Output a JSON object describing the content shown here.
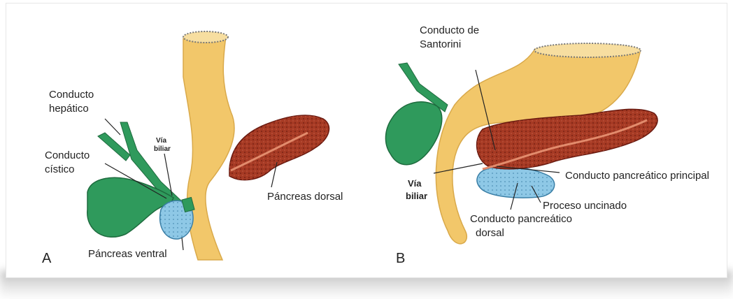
{
  "panel_a": {
    "letter": "A",
    "labels": {
      "hepatic_duct": [
        "Conducto",
        "hepático"
      ],
      "cystic_duct": [
        "Conducto",
        "cístico"
      ],
      "bile_duct": [
        "Vía",
        "biliar"
      ],
      "dorsal_pancreas": "Páncreas dorsal",
      "ventral_pancreas": "Páncreas ventral"
    }
  },
  "panel_b": {
    "letter": "B",
    "labels": {
      "santorini_duct": [
        "Conducto de",
        "Santorini"
      ],
      "bile_duct": [
        "Vía",
        "biliar"
      ],
      "main_pancreatic_duct": "Conducto pancreático principal",
      "uncinate_process": "Proceso uncinado",
      "dorsal_pancreatic_duct": [
        "Conducto pancreático",
        "dorsal"
      ]
    }
  },
  "colors": {
    "duodenum": "#f2c76a",
    "gallbladder": "#2f9a5c",
    "dorsal_pancreas": "#a63a24",
    "ventral_pancreas": "#8ec8e6",
    "leader_lines": "#222222"
  }
}
